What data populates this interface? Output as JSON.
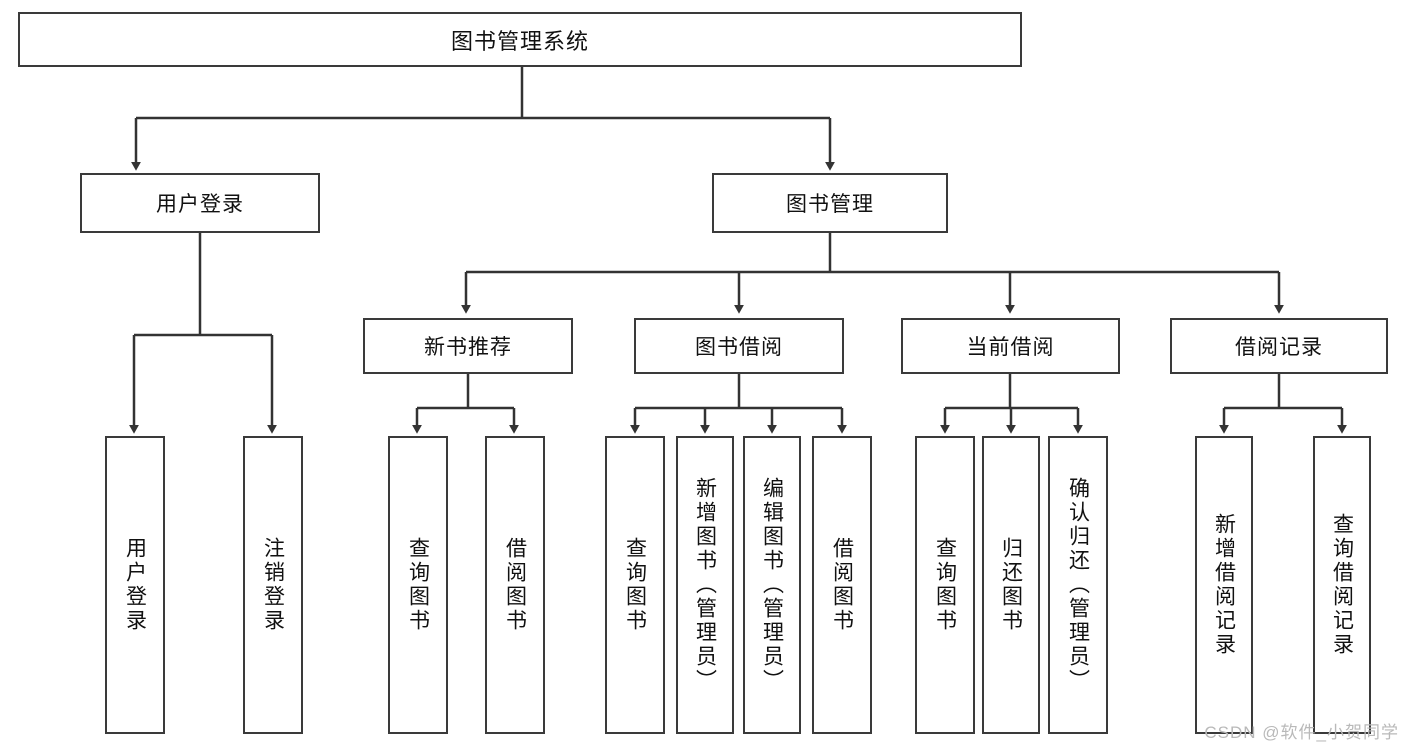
{
  "diagram": {
    "type": "tree",
    "title": "图书管理系统",
    "root": {
      "label": "图书管理系统"
    },
    "level2": [
      {
        "label": "用户登录"
      },
      {
        "label": "图书管理"
      }
    ],
    "level3": [
      {
        "label": "新书推荐"
      },
      {
        "label": "图书借阅"
      },
      {
        "label": "当前借阅"
      },
      {
        "label": "借阅记录"
      }
    ],
    "leaves": {
      "user_login": [
        {
          "label": "用户登录"
        },
        {
          "label": "注销登录"
        }
      ],
      "new_book_recommend": [
        {
          "label": "查询图书"
        },
        {
          "label": "借阅图书"
        }
      ],
      "book_borrow": [
        {
          "label": "查询图书"
        },
        {
          "label": "新增图书（管理员）"
        },
        {
          "label": "编辑图书（管理员）"
        },
        {
          "label": "借阅图书"
        }
      ],
      "current_borrow": [
        {
          "label": "查询图书"
        },
        {
          "label": "归还图书"
        },
        {
          "label": "确认归还（管理员）"
        }
      ],
      "borrow_record": [
        {
          "label": "新增借阅记录"
        },
        {
          "label": "查询借阅记录"
        }
      ]
    }
  },
  "watermark": {
    "text": "CSDN @软件_小贺同学"
  },
  "colors": {
    "box_border": "#3a3a3a",
    "box_fill": "#ffffff",
    "connector": "#333333",
    "text": "#111111",
    "watermark": "#b9b9b9"
  }
}
